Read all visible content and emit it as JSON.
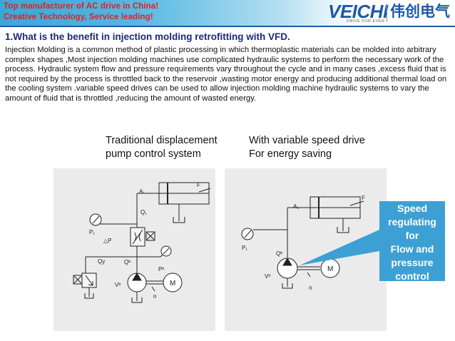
{
  "header": {
    "line1": "Top manufacturer of AC drive in China!",
    "line2": "Creative Technology, Service leading!",
    "brand": "VEICHI",
    "brand_tagline": "DRIVE FOR EVER",
    "brand_cn": "伟创电气",
    "colors": {
      "banner": "#38a7d8",
      "text_red": "#e02020",
      "brand_blue": "#1d5aa6"
    }
  },
  "slide": {
    "title": "1.What is the benefit in injection molding retrofitting with VFD.",
    "paragraph": "Injection Molding is a common method of plastic processing in which thermoplastic materials can be molded into arbitrary complex shapes ,Most injection molding machines use complicated hydraulic systems to perform the necessary work of the process. Hydraulic system flow and pressure requirements vary throughout the cycle and in many cases ,excess fluid that is not required by the process is throttled back to the reservoir ,wasting motor energy and producing additional thermal load on the cooling system .variable speed drives can be used to allow injection molding machine hydraulic systems to vary the amount of fluid that is throttled ,reducing the amount of wasted energy."
  },
  "diagram_left": {
    "caption_line1": "Traditional displacement",
    "caption_line2": "pump control system",
    "labels": {
      "a1": "A₁",
      "f": "F",
      "q1": "Q₁",
      "p1": "P₁",
      "dp": "△P",
      "qy": "Qy",
      "qb": "Qᵇ",
      "pb": "Pᵇ",
      "vb": "Vᵇ",
      "m": "M",
      "n": "n"
    }
  },
  "diagram_right": {
    "caption_line1": "With variable speed drive",
    "caption_line2": "For energy saving",
    "labels": {
      "a1": "A₁",
      "f": "F",
      "p1": "P₁",
      "qb": "Qᵇ",
      "vb": "Vᵇ",
      "m": "M",
      "n": "n"
    }
  },
  "callout": {
    "lines": [
      "Speed",
      "regulating",
      "for",
      "Flow and",
      "pressure",
      "control"
    ],
    "color": "#3da0d4"
  }
}
